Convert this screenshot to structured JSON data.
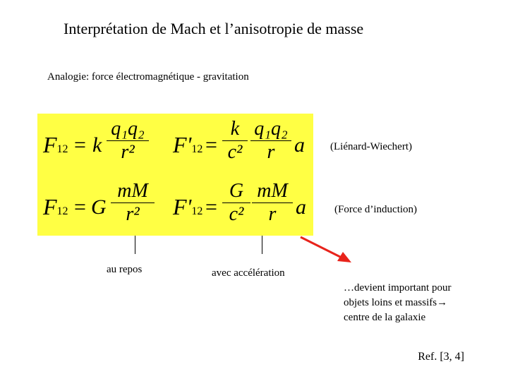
{
  "slide": {
    "title": "Interprétation de Mach et l’anisotropie de masse",
    "subtitle": "Analogie: force électromagnétique - gravitation",
    "labels": {
      "lienard": "(Liénard-Wiechert)",
      "induction": "(Force d’induction)",
      "repos": "au repos",
      "acceleration": "avec accélération"
    },
    "note_lines": [
      "…devient important pour",
      "objets loins et massifs→",
      "centre de la galaxie"
    ],
    "reference": "Ref. [3, 4]",
    "colors": {
      "highlight": "#ffff44",
      "arrow": "#e8231b"
    }
  },
  "equations": {
    "row1": {
      "left": {
        "F": "F",
        "sub": "12",
        "eq": "=",
        "coef": "k",
        "num": "q₁q₂",
        "den": "r²"
      },
      "right": {
        "F": "F'",
        "sub": "12",
        "eq": "=",
        "frac1_num": "k",
        "frac1_den": "c²",
        "frac2_num": "q₁q₂",
        "frac2_den": "r",
        "tail": "a"
      }
    },
    "row2": {
      "left": {
        "F": "F",
        "sub": "12",
        "eq": "=",
        "coef": "G",
        "num": "mM",
        "den": "r²"
      },
      "right": {
        "F": "F'",
        "sub": "12",
        "eq": "=",
        "frac1_num": "G",
        "frac1_den": "c²",
        "frac2_num": "mM",
        "frac2_den": "r",
        "tail": "a"
      }
    }
  }
}
